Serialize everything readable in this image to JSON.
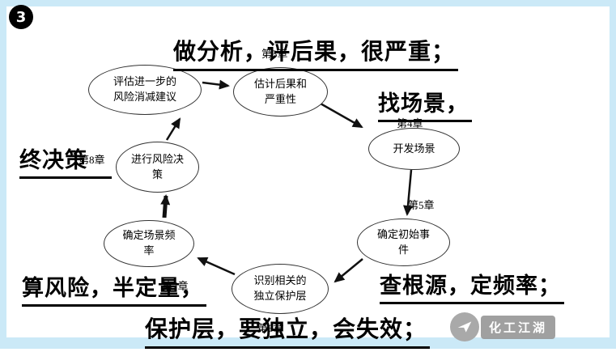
{
  "page": {
    "badge": "3"
  },
  "diagram": {
    "nodes": [
      {
        "id": "evaluate-risk-reduction",
        "lines": [
          "评估进一步的",
          "风险消减建议"
        ]
      },
      {
        "id": "estimate-consequence",
        "lines": [
          "估计后果和",
          "严重性"
        ]
      },
      {
        "id": "develop-scenarios",
        "lines": [
          "开发场景"
        ]
      },
      {
        "id": "determine-initiating-event",
        "lines": [
          "确定初始事",
          "件"
        ]
      },
      {
        "id": "identify-ipl",
        "lines": [
          "识别相关的",
          "独立保护层"
        ]
      },
      {
        "id": "determine-scenario-frequency",
        "lines": [
          "确定场景频",
          "率"
        ]
      },
      {
        "id": "make-risk-decision",
        "lines": [
          "进行风险决",
          "策"
        ]
      }
    ],
    "chapters": [
      "第3章",
      "第4章",
      "第5章",
      "第6章",
      "第7章",
      "第8章"
    ],
    "edges": [
      "进行风险决策 → 评估进一步的风险消减建议",
      "评估进一步的风险消减建议 → 估计后果和严重性",
      "估计后果和严重性 → 开发场景",
      "开发场景 → 确定初始事件",
      "确定初始事件 → 识别相关的独立保护层",
      "识别相关的独立保护层 → 确定场景频率",
      "确定场景频率 → 进行风险决策"
    ]
  },
  "annotations": {
    "top": "做分析，评后果，很严重；",
    "right": "找场景，",
    "left": "终决策",
    "bottom_left": "算风险，半定量，",
    "bottom_center": "保护层，要独立，会失效；",
    "bottom_right": "查根源，定频率；"
  },
  "watermark": {
    "label": "化工江湖"
  }
}
